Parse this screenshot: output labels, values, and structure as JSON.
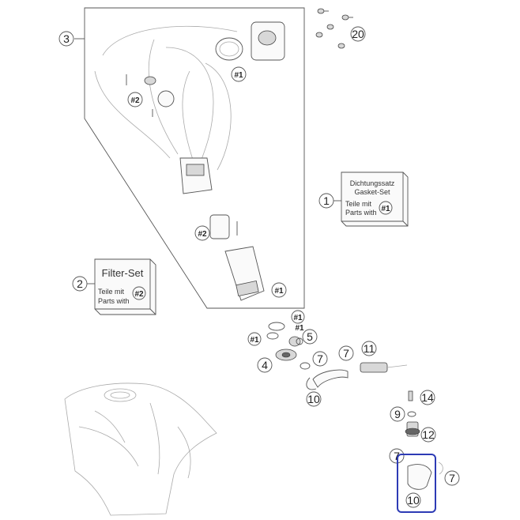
{
  "callouts": {
    "c1": "1",
    "c2": "2",
    "c3": "3",
    "c4": "4",
    "c5": "5",
    "c7a": "7",
    "c7b": "7",
    "c7c": "7",
    "c7d": "7",
    "c9": "9",
    "c10a": "10",
    "c10b": "10",
    "c11": "11",
    "c12": "12",
    "c14": "14",
    "c20": "20"
  },
  "refs": {
    "r1a": "#1",
    "r1b": "#1",
    "r1c": "#1",
    "r1d": "#1",
    "r1e": "#1",
    "r2a": "#2",
    "r2b": "#2",
    "r2c": "#2"
  },
  "gasket_box": {
    "line1": "Dichtungssatz",
    "line2": "Gasket-Set",
    "line3": "Teile mit",
    "line4": "Parts with",
    "ref": "#1"
  },
  "filter_box": {
    "title": "Filter-Set",
    "line1": "Teile mit",
    "line2": "Parts with",
    "ref": "#2"
  },
  "highlight": {
    "color": "#2d3bb5"
  }
}
